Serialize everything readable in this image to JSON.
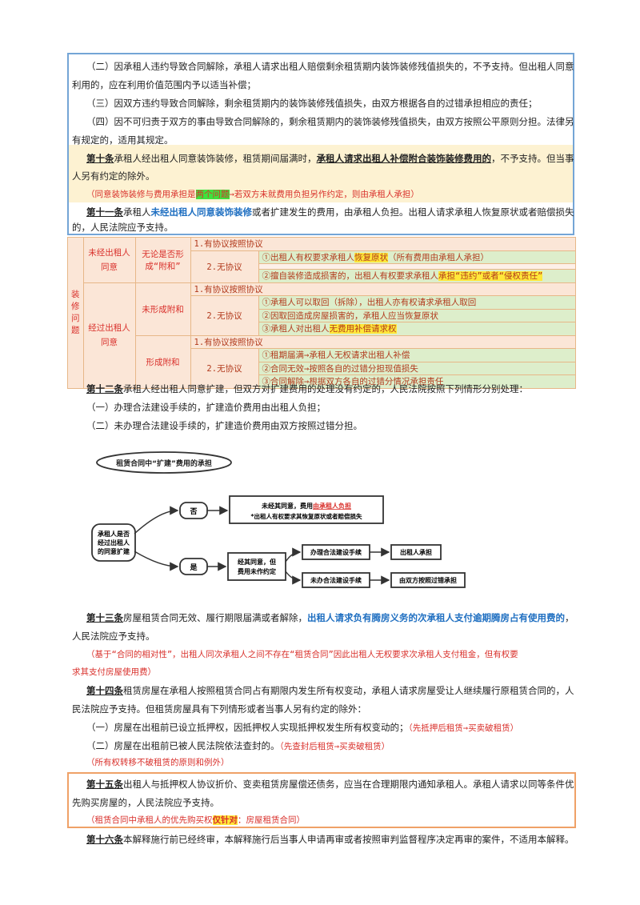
{
  "sec_a": {
    "p2_l1": "（二）因承租人违约导致合同解除，承租人请求出租人赔偿剩余租赁期内装饰装修残值损失的，不予支持。但出租人同意",
    "p2_l2": "利用的，应在利用价值范围内予以适当补偿；",
    "p3": "（三）因双方违约导致合同解除，剩余租赁期内的装饰装修残值损失，由双方根据各自的过错承担相应的责任；",
    "p4_l1": "（四）因不可归责于双方的事由导致合同解除的，剩余租赁期内的装饰装修残值损失，由双方按照公平原则分担。法律另",
    "p4_l2": "有规定的，适用其规定。",
    "a10_title": "第十条",
    "a10_t1": "承租人经出租人同意装饰装修，租赁期间届满时，",
    "a10_em": "承租人请求出租人补偿附合装饰装修费用的",
    "a10_t2": "，不予支持。但当事",
    "a10_l2": "人另有约定的除外。",
    "a10_note1": "（同意装饰装修与费用承担是",
    "a10_note_hl": "两个问题",
    "a10_note2": "→若双方未就费用负担另作约定，则由承租人承担）",
    "a11_title": "第十一条",
    "a11_t1": "承租人",
    "a11_em": "未经出租人同意装饰装修",
    "a11_t2": "或者扩建发生的费用，由承租人负担。出租人请求承租人恢复原状或者赔偿损失",
    "a11_l2": "的，人民法院应予支持。"
  },
  "table": {
    "side": [
      "装",
      "修",
      "问",
      "题"
    ],
    "g1": "未经出租人同意",
    "g1_sub": "无论是否形成“附和”",
    "g2": "经过出租人同意",
    "g2_sub1": "未形成附和",
    "g2_sub2": "形成附和",
    "has": "1.有协议按照协议",
    "none": "2.无协议",
    "r1a": "①出租人有权要求承租人",
    "r1a_hl": "恢复原状",
    "r1a_end": "（所有费用由承租人承担）",
    "r1b": "②擅自装修造成损害的，出租人有权要求承租人",
    "r1b_hl": "承担“违约”或者“侵权责任”",
    "r2a": "①承租人可以取回（拆除），出租人亦有权请求承租人取回",
    "r2b": "②因取回造成房屋损害的，承租人应当恢复原状",
    "r2c": "③承租人对出租人",
    "r2c_hl": "无费用补偿请求权",
    "r3a": "①租期届满→承租人无权请求出租人补偿",
    "r3b": "②合同无效→按照各自的过错分担现值损失",
    "r3c": "③合同解除→根据双方各自的过错分情况承担责任"
  },
  "sec_b": {
    "a12_title": "第十二条",
    "a12_t": "承租人经出租人同意扩建，但双方对扩建费用的处理没有约定的，人民法院按照下列情形分别处理：",
    "a12_1": "（一）办理合法建设手续的，扩建造价费用由出租人负担；",
    "a12_2": "（二）未办理合法建设手续的，扩建造价费用由双方按照过错分担。"
  },
  "flow": {
    "title": "租赁合同中“扩建”费用的承担",
    "start": [
      "承租人是否",
      "经过出租人",
      "的同意扩建"
    ],
    "no": "否",
    "yes": "是",
    "no_box_1a": "未经其同意，费用",
    "no_box_1b": "由承租人负担",
    "no_box_2": "*出租人有权要求其恢复原状或者赔偿损失",
    "yes_box": [
      "经其同意，但",
      "费用未作约定"
    ],
    "legal": "办理合法建设手续",
    "illegal": "未办合法建设手续",
    "landlord": "出租人承担",
    "fault": "由双方按照过错承担"
  },
  "sec_c": {
    "a13_title": "第十三条",
    "a13_t1": "房屋租赁合同无效、履行期限届满或者解除，",
    "a13_em": "出租人请求负有腾房义务的次承租人支付逾期腾房占有使用费的",
    "a13_t2": "，",
    "a13_l2": "人民法院应予支持。",
    "a13_note_l1": "（基于“合同的相对性”，出租人同次承租人之间不存在“租赁合同”因此出租人无权要求次承租人支付租金，但有权要",
    "a13_note_l2": "求其支付房屋使用费）",
    "a14_title": "第十四条",
    "a14_t1": "租赁房屋在承租人按照租赁合同占有期限内发生所有权变动，承租人请求房屋受让人继续履行原租赁合同的，人",
    "a14_l2": "民法院应予支持。但租赁房屋具有下列情形或者当事人另有约定的除外：",
    "a14_1": "（一）房屋在出租前已设立抵押权，因抵押权人实现抵押权发生所有权变动的；",
    "a14_1n": "（先抵押后租赁→买卖破租赁）",
    "a14_2": "（二）房屋在出租前已被人民法院依法查封的。",
    "a14_2n": "（先查封后租赁→买卖破租赁）",
    "a14_note": "（所有权转移不破租赁的原则和例外）",
    "a15_title": "第十五条",
    "a15_t1": "出租人与抵押权人协议折价、变卖租赁房屋偿还债务，应当在合理期限内通知承租人。承租人请求以同等条件优",
    "a15_l2": "先购买房屋的，人民法院应予支持。",
    "a15_n1": "（租赁合同中承租人的优先购买权",
    "a15_nhl": "仅针对",
    "a15_n2": "：房屋租赁合同）",
    "a16_title": "第十六条",
    "a16_t": "本解释施行前已经终审，本解释施行后当事人申请再审或者按照审判监督程序决定再审的案件，不适用本解释。"
  }
}
